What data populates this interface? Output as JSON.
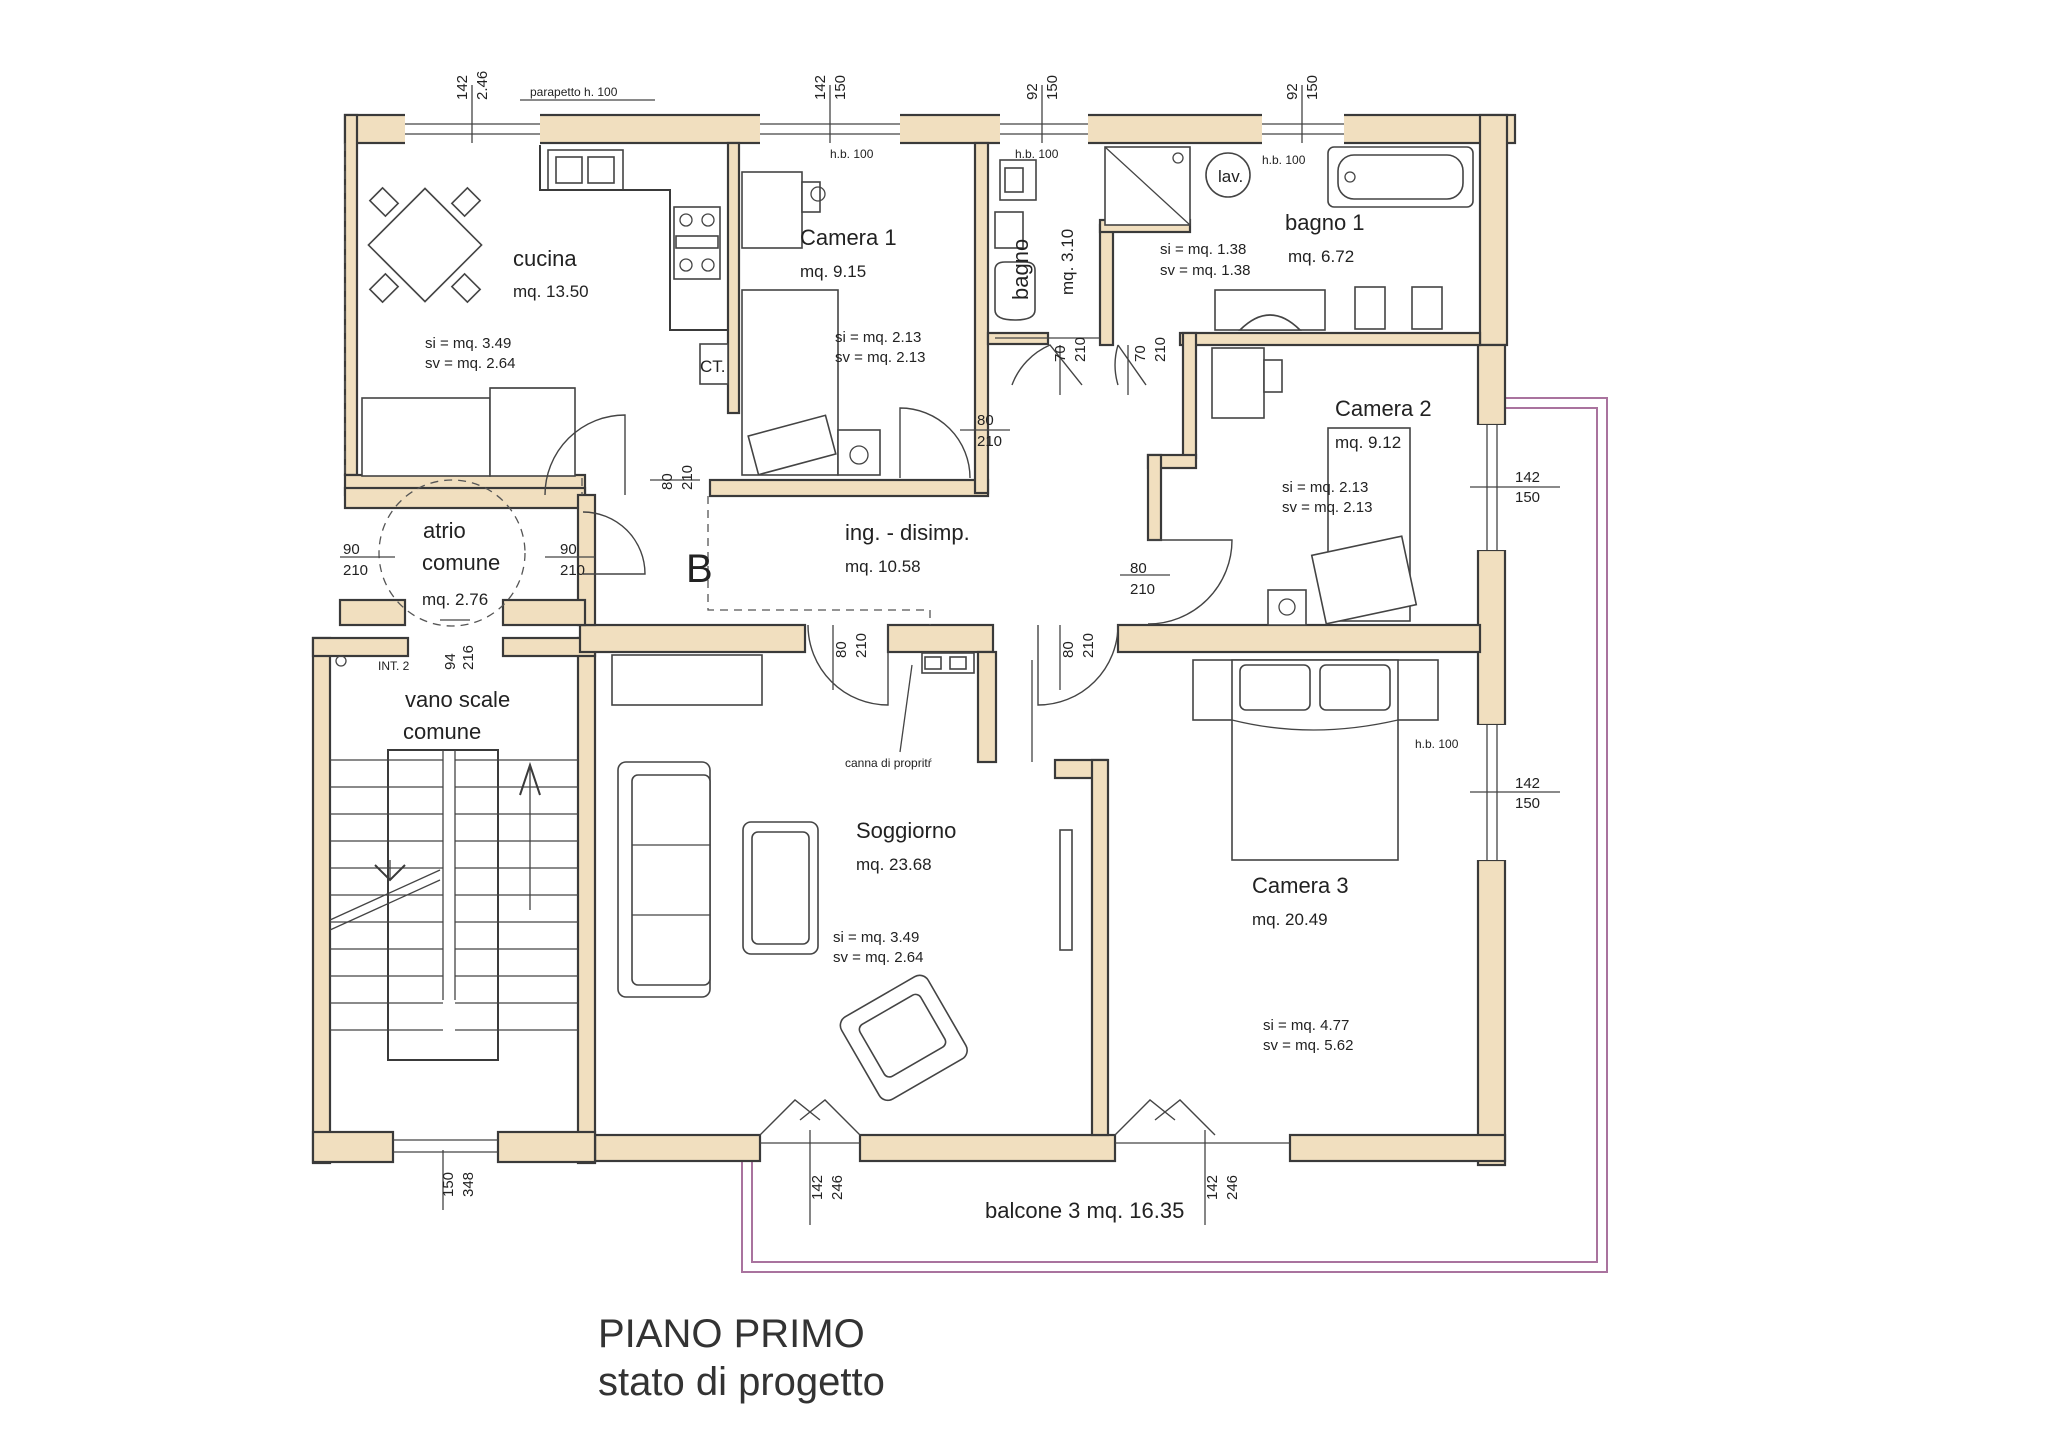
{
  "title": "PIANO PRIMO",
  "subtitle": "stato di progetto",
  "rooms": {
    "cucina": {
      "label": "cucina",
      "area": "mq. 13.50",
      "si": "si = mq.  3.49",
      "sv": "sv = mq.  2.64",
      "ct": "CT."
    },
    "camera1": {
      "label": "Camera 1",
      "area": "mq.  9.15",
      "si": "si = mq.   2.13",
      "sv": "sv = mq.  2.13",
      "hb": "h.b. 100"
    },
    "bagno_small": {
      "label": "bagno",
      "area": "mq. 3.10",
      "hb": "h.b. 100"
    },
    "bagno1": {
      "label": "bagno 1",
      "area": "mq. 6.72",
      "si": "si = mq.   1.38",
      "sv": "sv = mq.   1.38",
      "lav": "lav.",
      "hb": "h.b. 100"
    },
    "camera2": {
      "label": "Camera 2",
      "area": "mq. 9.12",
      "si": "si = mq.   2.13",
      "sv": "sv = mq.  2.13"
    },
    "atrio": {
      "label1": "atrio",
      "label2": "comune",
      "area": "mq.  2.76"
    },
    "ingresso": {
      "label": "ing. - disimp.",
      "area": "mq.  10.58",
      "marker": "B"
    },
    "vano_scale": {
      "label1": "vano scale",
      "label2": "comune",
      "int": "INT. 2"
    },
    "soggiorno": {
      "label": "Soggiorno",
      "area": "mq.  23.68",
      "si": "si = mq.  3.49",
      "sv": "sv = mq.  2.64",
      "canna": "canna di propritŕ"
    },
    "camera3": {
      "label": "Camera 3",
      "area": "mq.  20.49",
      "si": "si = mq. 4.77",
      "sv": "sv = mq.  5.62",
      "hb": "h.b.  100"
    },
    "balcone": {
      "label": "balcone 3 mq. 16.35"
    }
  },
  "notes": {
    "parapetto": "parapetto h. 100"
  },
  "dims": {
    "w_kitchen": [
      "142",
      "2.46"
    ],
    "w_cam1": [
      "142",
      "150"
    ],
    "w_bagno": [
      "92",
      "150"
    ],
    "w_bagno1": [
      "92",
      "150"
    ],
    "cam2_win": [
      "142",
      "150"
    ],
    "cam3_win": [
      "142",
      "150"
    ],
    "stair_win": [
      "150",
      "348"
    ],
    "sogg_door": [
      "142",
      "246"
    ],
    "cam3_door": [
      "142",
      "246"
    ],
    "int_door": [
      "94",
      "216"
    ],
    "d_atrio_l": [
      "90",
      "210"
    ],
    "d_atrio_r": [
      "90",
      "210"
    ],
    "d_cucina": [
      "80",
      "210"
    ],
    "d_cam1": [
      "80",
      "210"
    ],
    "d_bagno": [
      "70",
      "210"
    ],
    "d_bagno1": [
      "70",
      "210"
    ],
    "d_cam2": [
      "80",
      "210"
    ],
    "d_sogg": [
      "80",
      "210"
    ],
    "d_cam3": [
      "80",
      "210"
    ]
  }
}
